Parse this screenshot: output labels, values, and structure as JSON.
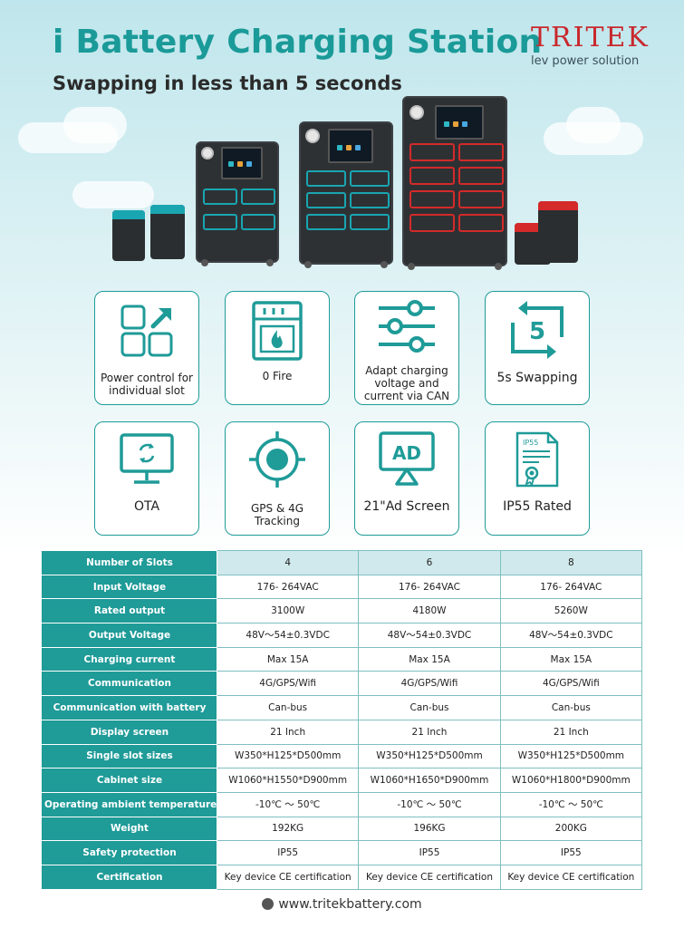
{
  "header": {
    "title": "i Battery Charging Station",
    "subtitle": "Swapping in less than 5 seconds"
  },
  "logo": {
    "word": "TRITEK",
    "tagline": "lev power solution"
  },
  "colors": {
    "teal": "#1f9b98",
    "red": "#c8282d",
    "table_header_bg": "#1f9b98",
    "table_first_row_bg": "#cfe9ec"
  },
  "features": [
    {
      "icon": "slot-control-icon",
      "label": "Power control for individual slot"
    },
    {
      "icon": "fire-icon",
      "label": "0 Fire"
    },
    {
      "icon": "sliders-icon",
      "label": "Adapt charging voltage and current via CAN"
    },
    {
      "icon": "swap-5s-icon",
      "label": "5s Swapping"
    },
    {
      "icon": "monitor-refresh-icon",
      "label": "OTA"
    },
    {
      "icon": "gps-target-icon",
      "label": "GPS & 4G Tracking"
    },
    {
      "icon": "ad-screen-icon",
      "label": "21\"Ad Screen"
    },
    {
      "icon": "certificate-icon",
      "label": "IP55 Rated"
    }
  ],
  "ad_icon_text": "AD",
  "ip_icon_text": "IP55",
  "swap_icon_text": "5",
  "spec_table": {
    "rows": [
      {
        "label": "Number of Slots",
        "values": [
          "4",
          "6",
          "8"
        ]
      },
      {
        "label": "Input Voltage",
        "values": [
          "176- 264VAC",
          "176- 264VAC",
          "176- 264VAC"
        ]
      },
      {
        "label": "Rated output",
        "values": [
          "3100W",
          "4180W",
          "5260W"
        ]
      },
      {
        "label": "Output Voltage",
        "values": [
          "48V～54±0.3VDC",
          "48V～54±0.3VDC",
          "48V～54±0.3VDC"
        ]
      },
      {
        "label": "Charging current",
        "values": [
          "Max 15A",
          "Max 15A",
          "Max 15A"
        ]
      },
      {
        "label": "Communication",
        "values": [
          "4G/GPS/Wifi",
          "4G/GPS/Wifi",
          "4G/GPS/Wifi"
        ]
      },
      {
        "label": "Communication with battery",
        "values": [
          "Can-bus",
          "Can-bus",
          "Can-bus"
        ]
      },
      {
        "label": "Display screen",
        "values": [
          "21 Inch",
          "21 Inch",
          "21 Inch"
        ]
      },
      {
        "label": "Single slot sizes",
        "values": [
          "W350*H125*D500mm",
          "W350*H125*D500mm",
          "W350*H125*D500mm"
        ]
      },
      {
        "label": "Cabinet size",
        "values": [
          "W1060*H1550*D900mm",
          "W1060*H1650*D900mm",
          "W1060*H1800*D900mm"
        ]
      },
      {
        "label": "Operating ambient temperature",
        "values": [
          "-10℃ ～ 50℃",
          "-10℃ ～ 50℃",
          "-10℃ ～ 50℃"
        ]
      },
      {
        "label": "Weight",
        "values": [
          "192KG",
          "196KG",
          "200KG"
        ]
      },
      {
        "label": "Safety protection",
        "values": [
          "IP55",
          "IP55",
          "IP55"
        ]
      },
      {
        "label": "Certification",
        "values": [
          "Key device CE certification",
          "Key device CE certification",
          "Key device CE certification"
        ]
      }
    ]
  },
  "footer": {
    "website": "www.tritekbattery.com"
  }
}
